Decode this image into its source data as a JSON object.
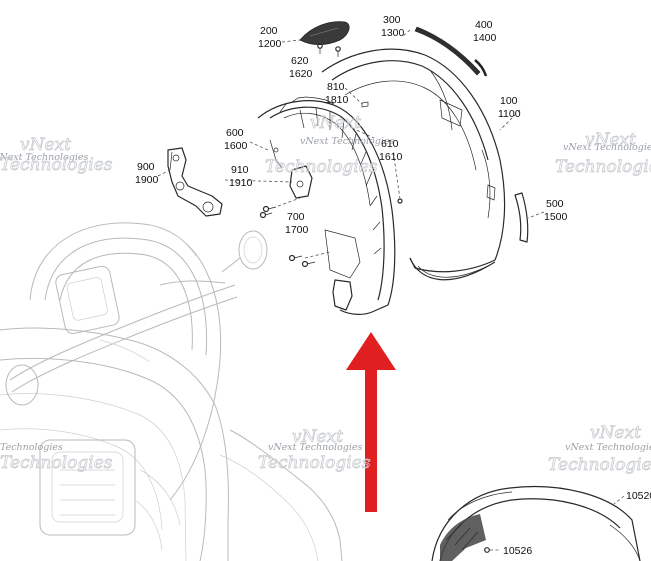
{
  "part_labels": {
    "p200": "200",
    "p1200": "1200",
    "p300": "300",
    "p1300": "1300",
    "p400": "400",
    "p1400": "1400",
    "p620": "620",
    "p1620": "1620",
    "p810": "810",
    "p1810": "1810",
    "p100": "100",
    "p1100": "1100",
    "p600": "600",
    "p1600": "1600",
    "p610": "610",
    "p1610": "1610",
    "p900": "900",
    "p1900": "1900",
    "p910": "910",
    "p1910": "1910",
    "p700": "700",
    "p1700": "1700",
    "p500": "500",
    "p1500": "1500",
    "p10520": "10520",
    "p10526": "10526"
  },
  "watermark": {
    "line1": "vNext",
    "line2": "Technologies",
    "combined": "vNext Technologies"
  },
  "colors": {
    "arrow": "#e02020",
    "line_art": "#2a2a2a",
    "ghost_art": "#b9b9b9",
    "watermark": "#9aa0a6"
  }
}
